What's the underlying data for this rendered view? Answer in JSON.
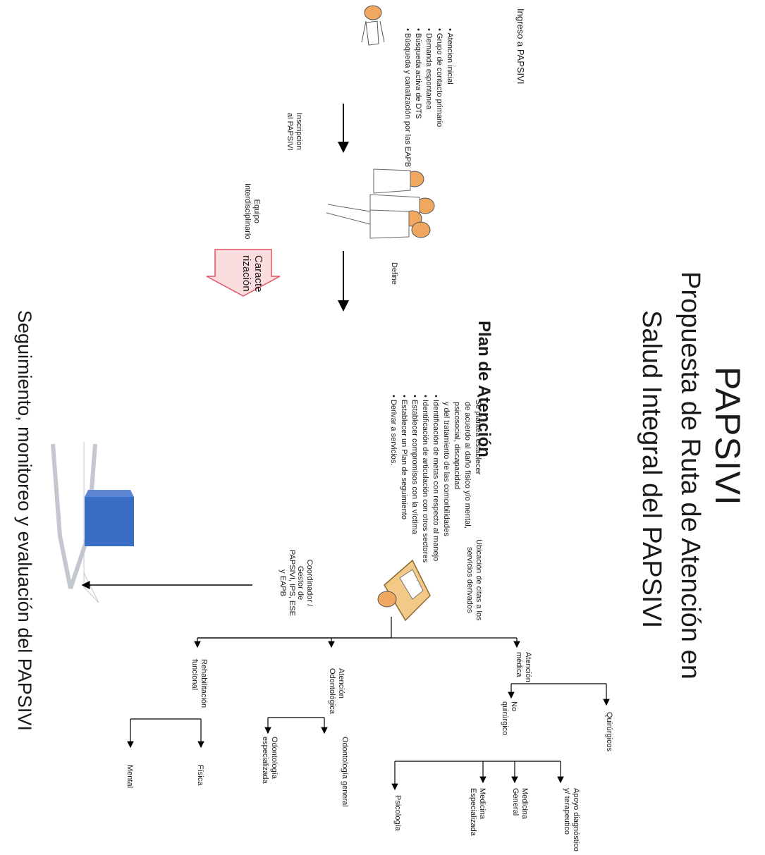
{
  "title": {
    "main": "PAPSIVI",
    "line1": "Propuesta de Ruta de Atención en",
    "line2": "Salud Integral del PAPSIVI"
  },
  "ingreso": {
    "label": "Ingreso a PAPSIVI",
    "bullets": [
      [
        "Atencion",
        "inicial"
      ],
      [
        "Grupo de",
        "contacto",
        "primario"
      ],
      [
        "Demanda",
        "espontanea"
      ],
      [
        "Búsqueda",
        "activa de DTS"
      ],
      [
        "Búsqueda y",
        "canalización",
        "por las EAPB"
      ]
    ]
  },
  "inscripcion": [
    "Inscripcion",
    "al PAPSIVI"
  ],
  "equipo": [
    "Equipo",
    "Interdisciplinario"
  ],
  "define": "Define",
  "caracterizacion": [
    "Caracte",
    "rización"
  ],
  "plan": {
    "title": "Plan de Atención",
    "bullets": [
      [
        "Se plantea establecer",
        "de acuerdo al daño",
        "físico y/o mental,",
        "psicosocial, discapacidad",
        "y del tratamiento de las",
        "comorbilidades"
      ],
      [
        "Identificación de metas",
        "con respecto al manejo"
      ],
      [
        "Identificación de",
        "articulación con otros",
        "sectores"
      ],
      [
        "Establecer",
        "compromisos con la",
        "víctima"
      ],
      [
        "Establecer un Plan de",
        "seguimiento"
      ],
      [
        "Derivar a servicios."
      ]
    ]
  },
  "ubicacion": [
    "Ubicación de citas a los",
    "servicios derivados"
  ],
  "coordinador": [
    "Coordinador /",
    "Gestor de",
    "PAPSIVI, IPS, ESE",
    "y EAPB"
  ],
  "seguimiento": "Seguimiento, monitoreo y evaluación del PAPSIVI",
  "services": {
    "medica": [
      "Atención",
      "médica"
    ],
    "quirurgicos": "Quirúrgicos",
    "no_quirurgico": [
      "No",
      "quirúrgico"
    ],
    "apoyo": [
      "Apoyo diagnóstico",
      "y/ terapeutico"
    ],
    "medicina_general": [
      "Medicina",
      "General"
    ],
    "medicina_especializada": [
      "Medicina",
      "Especializada"
    ],
    "psicologia": "Psicología",
    "odontologica": [
      "Atención",
      "Odontológica"
    ],
    "odonto_general": "Odontología general",
    "odonto_especializada": [
      "Odontología",
      "especializada"
    ],
    "rehabilitacion": [
      "Rehabilitación",
      "funcional"
    ],
    "fisica": "Física",
    "mental": "Mental"
  },
  "colors": {
    "arrow": "#000000",
    "person_head": "#f0a860",
    "caracterizacion_fill": "#fbdde0",
    "caracterizacion_border": "#e05565",
    "seguimiento_box": "#3a6dc4",
    "chevron": "#c3c7cf",
    "desk": "#f3c987"
  },
  "icons": [
    "person-icon",
    "team-icon",
    "coordinator-desk-icon",
    "block-arrow-icon",
    "chevron-arrow-icon"
  ]
}
